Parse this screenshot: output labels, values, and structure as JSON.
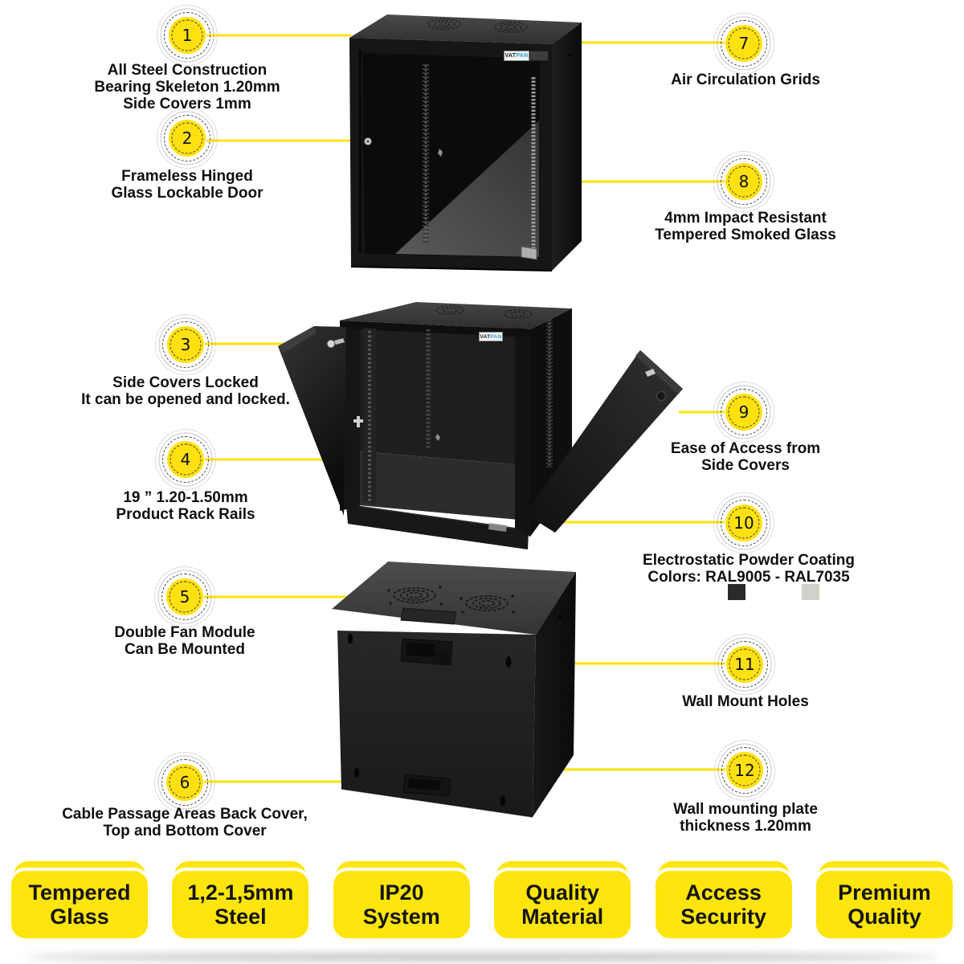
{
  "brand": {
    "vat": "VAT",
    "pan": "PAN"
  },
  "colors": {
    "accent_yellow": "#FFE50C",
    "circle_yellow": "#FFE112",
    "leader_line_yellow": "#FFE206",
    "ral9005_swatch": "#2B2B2B",
    "ral7035_swatch": "#D2D0CA"
  },
  "callouts": [
    {
      "num": "1",
      "lines": [
        "All Steel Construction",
        "Bearing Skeleton 1.20mm",
        "Side Covers 1mm"
      ]
    },
    {
      "num": "2",
      "lines": [
        "Frameless Hinged",
        "Glass Lockable Door"
      ]
    },
    {
      "num": "3",
      "lines": [
        "Side Covers Locked",
        "It can be opened and locked."
      ]
    },
    {
      "num": "4",
      "lines": [
        "19 ” 1.20-1.50mm",
        "Product Rack Rails"
      ]
    },
    {
      "num": "5",
      "lines": [
        "Double Fan Module",
        "Can Be Mounted"
      ]
    },
    {
      "num": "6",
      "lines": [
        "Cable Passage Areas Back Cover,",
        "Top and Bottom Cover"
      ]
    },
    {
      "num": "7",
      "lines": [
        "Air Circulation Grids"
      ]
    },
    {
      "num": "8",
      "lines": [
        "4mm Impact Resistant",
        "Tempered Smoked Glass"
      ]
    },
    {
      "num": "9",
      "lines": [
        "Ease of Access from",
        "Side Covers"
      ]
    },
    {
      "num": "10",
      "lines": [
        "Electrostatic Powder Coating",
        "Colors: RAL9005 - RAL7035"
      ]
    },
    {
      "num": "11",
      "lines": [
        "Wall Mount Holes"
      ]
    },
    {
      "num": "12",
      "lines": [
        "Wall mounting plate",
        "thickness 1.20mm"
      ]
    }
  ],
  "badges": [
    {
      "lines": [
        "Tempered",
        "Glass"
      ]
    },
    {
      "lines": [
        "1,2-1,5mm",
        "Steel"
      ]
    },
    {
      "lines": [
        "IP20",
        "System"
      ]
    },
    {
      "lines": [
        "Quality",
        "Material"
      ]
    },
    {
      "lines": [
        "Access",
        "Security"
      ]
    },
    {
      "lines": [
        "Premium",
        "Quality"
      ]
    }
  ]
}
